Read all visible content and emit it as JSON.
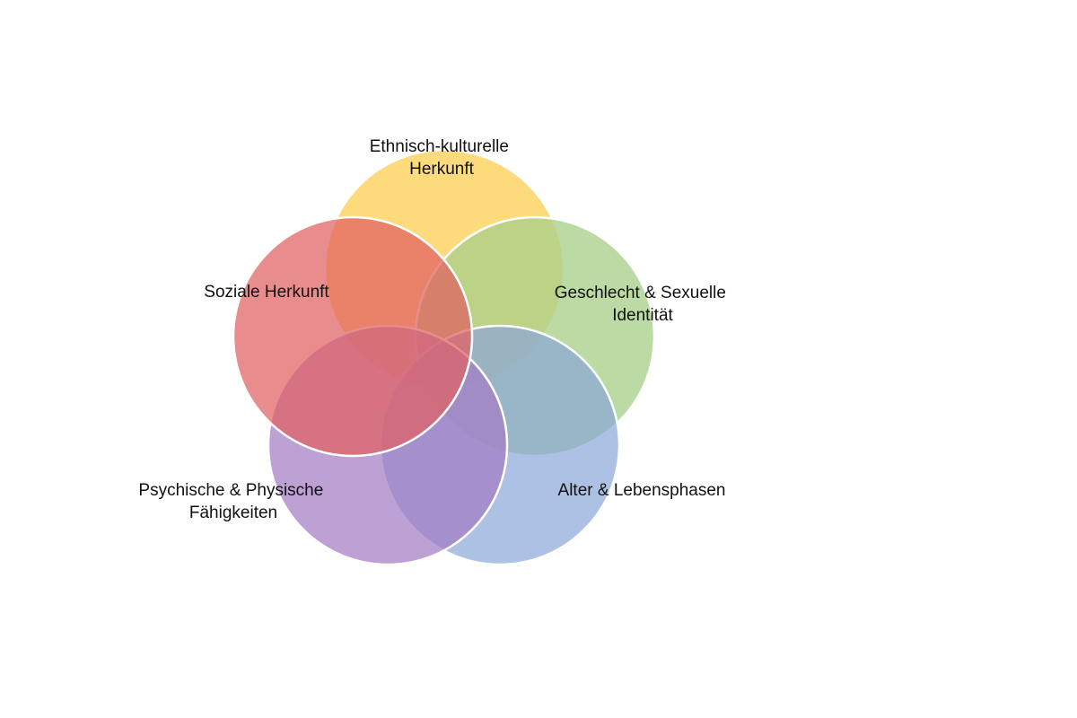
{
  "diagram": {
    "type": "five-set-venn",
    "sets": [
      {
        "id": "ethnic",
        "label_lines": [
          "Ethnisch-kulturelle",
          "Herkunft"
        ],
        "color": "#fdd56a"
      },
      {
        "id": "gender",
        "label_lines": [
          "Geschlecht & Sexuelle",
          "Identität"
        ],
        "color": "#a8cf8a"
      },
      {
        "id": "age",
        "label_lines": [
          "Alter & Lebensphasen"
        ],
        "color": "#8aa6d9"
      },
      {
        "id": "ability",
        "label_lines": [
          "Psychische & Physische",
          "Fähigkeiten"
        ],
        "color": "#a37cc4"
      },
      {
        "id": "social",
        "label_lines": [
          "Soziale Herkunft"
        ],
        "color": "#e15f63"
      }
    ]
  }
}
